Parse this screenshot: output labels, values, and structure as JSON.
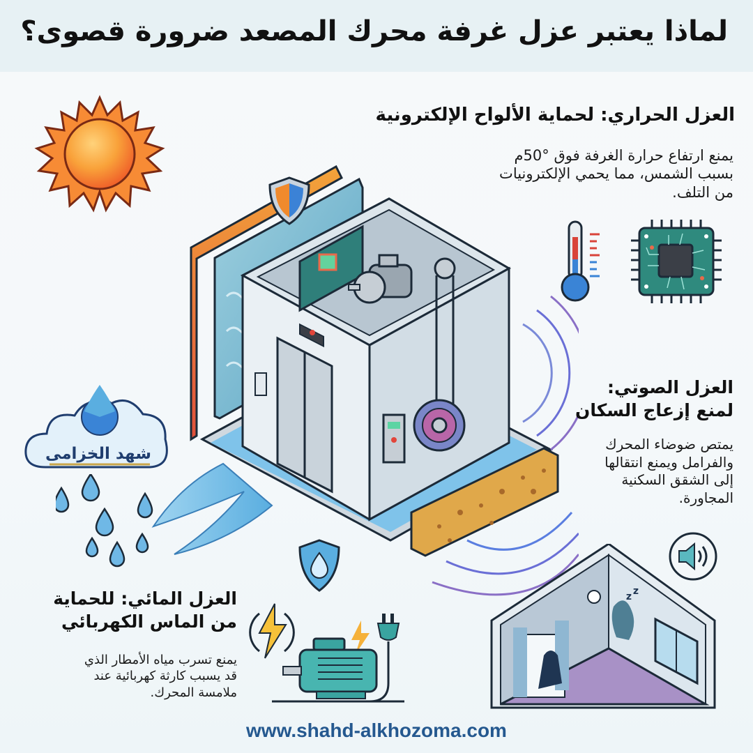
{
  "header": {
    "title": "لماذا يعتبر عزل غرفة محرك المصعد ضرورة قصوى؟",
    "background": "#e7f1f4"
  },
  "sections": {
    "thermal": {
      "title": "العزل الحراري: لحماية الألواح الإلكترونية",
      "body_lines": [
        "يمنع ارتفاع حرارة الغرفة فوق °50م",
        "بسبب الشمس، مما يحمي الإلكترونيات",
        "من التلف."
      ],
      "icons": [
        "sun-icon",
        "thermometer-icon",
        "circuit-chip-icon"
      ]
    },
    "acoustic": {
      "title_lines": [
        "العزل الصوتي:",
        "لمنع إزعاج السكان"
      ],
      "body_lines": [
        "يمتص ضوضاء المحرك",
        "والفرامل ويمنع انتقالها",
        "إلى الشقق السكنية",
        "المجاورة."
      ],
      "icons": [
        "speaker-icon",
        "sleeping-resident-room-illustration"
      ]
    },
    "water": {
      "title_lines": [
        "العزل المائي: للحماية",
        "من الماس الكهربائي"
      ],
      "body_lines": [
        "يمنع تسرب مياه الأمطار الذي",
        "قد يسبب كارثة كهربائية عند",
        "ملامسة المحرك."
      ],
      "icons": [
        "lightning-icon",
        "electric-motor-icon",
        "plug-icon",
        "rain-drops-icon"
      ]
    }
  },
  "logo": {
    "text": "شهد الخزامى"
  },
  "footer": {
    "url": "www.shahd-alkhozoma.com",
    "color": "#24588f"
  },
  "colors": {
    "text": "#111111",
    "water": "#5aaee0",
    "sound_waves": "#6a6fd6",
    "sun": "#f57a2a",
    "sponge": "#e0a84a"
  }
}
